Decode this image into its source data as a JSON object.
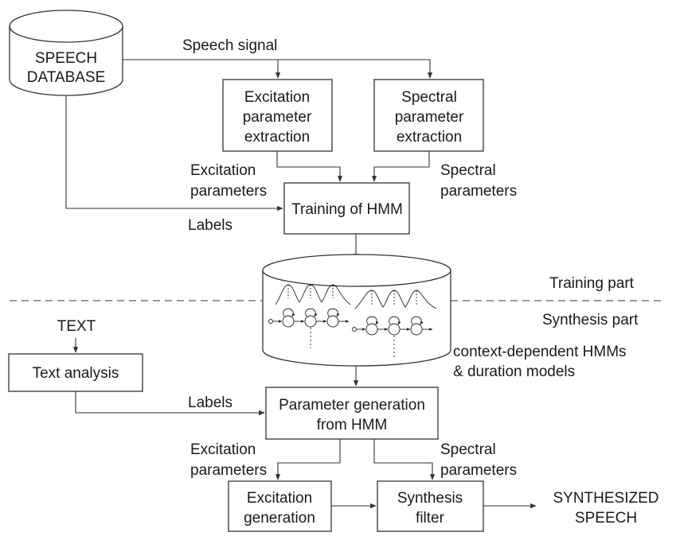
{
  "database": {
    "line1": "SPEECH",
    "line2": "DATABASE"
  },
  "speech_signal": "Speech signal",
  "excitation_extraction": {
    "line1": "Excitation",
    "line2": "parameter",
    "line3": "extraction"
  },
  "spectral_extraction": {
    "line1": "Spectral",
    "line2": "parameter",
    "line3": "extraction"
  },
  "excitation_parameters_top": {
    "line1": "Excitation",
    "line2": "parameters"
  },
  "spectral_parameters_top": {
    "line1": "Spectral",
    "line2": "parameters"
  },
  "training_hmm": "Training of HMM",
  "labels_top": "Labels",
  "training_part": "Training part",
  "synthesis_part": "Synthesis part",
  "text_input": "TEXT",
  "text_analysis": "Text analysis",
  "models_caption": {
    "line1": "context-dependent HMMs",
    "line2": "& duration models"
  },
  "labels_bottom": "Labels",
  "param_generation": {
    "line1": "Parameter generation",
    "line2": "from HMM"
  },
  "excitation_parameters_bottom": {
    "line1": "Excitation",
    "line2": "parameters"
  },
  "spectral_parameters_bottom": {
    "line1": "Spectral",
    "line2": "parameters"
  },
  "excitation_generation": {
    "line1": "Excitation",
    "line2": "generation"
  },
  "synthesis_filter": {
    "line1": "Synthesis",
    "line2": "filter"
  },
  "output": {
    "line1": "SYNTHESIZED",
    "line2": "SPEECH"
  }
}
